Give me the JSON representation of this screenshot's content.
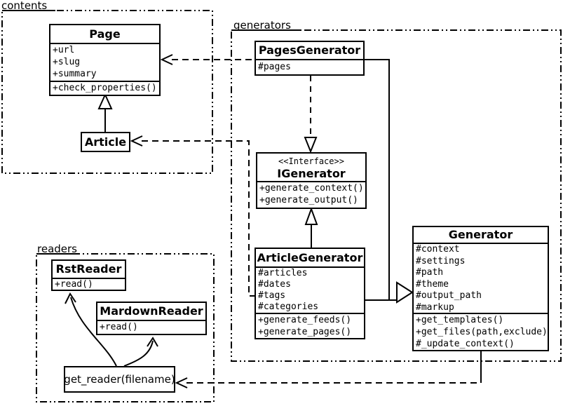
{
  "diagram": {
    "title": "UML class diagram",
    "colors": {
      "line": "#000000",
      "background": "#ffffff"
    },
    "packages": {
      "contents": {
        "label": "contents"
      },
      "generators": {
        "label": "generators"
      },
      "readers": {
        "label": "readers"
      }
    },
    "classes": {
      "page": {
        "name": "Page",
        "attributes": [
          "+url",
          "+slug",
          "+summary"
        ],
        "methods": [
          "+check_properties()"
        ]
      },
      "article": {
        "name": "Article"
      },
      "pages_generator": {
        "name": "PagesGenerator",
        "attributes": [
          "#pages"
        ]
      },
      "igenerator": {
        "stereotype": "<<Interface>>",
        "name": "IGenerator",
        "methods": [
          "+generate_context()",
          "+generate_output()"
        ]
      },
      "article_generator": {
        "name": "ArticleGenerator",
        "attributes": [
          "#articles",
          "#dates",
          "#tags",
          "#categories"
        ],
        "methods": [
          "+generate_feeds()",
          "+generate_pages()"
        ]
      },
      "generator": {
        "name": "Generator",
        "attributes": [
          "#context",
          "#settings",
          "#path",
          "#theme",
          "#output_path",
          "#markup"
        ],
        "methods": [
          "+get_templates()",
          "+get_files(path,exclude)",
          "#_update_context()"
        ]
      },
      "rst_reader": {
        "name": "RstReader",
        "methods": [
          "+read()"
        ]
      },
      "markdown_reader": {
        "name": "MardownReader",
        "methods": [
          "+read()"
        ]
      },
      "get_reader": {
        "name": "get_reader(filename)"
      }
    }
  }
}
